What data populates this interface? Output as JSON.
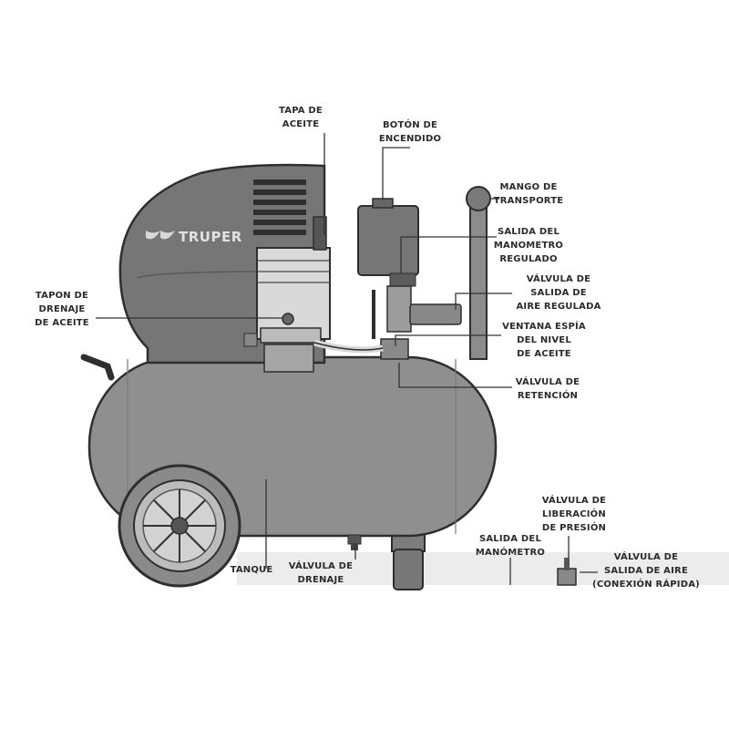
{
  "brand": "TRUPER",
  "colors": {
    "body": "#8a8a8a",
    "body_dark": "#6e6e6e",
    "shroud": "#777777",
    "outline": "#2e2e2e",
    "leader": "#333333",
    "text": "#2b2b2b",
    "floor": "#e9e9e9"
  },
  "labels": {
    "tapa_aceite": [
      "TAPA DE",
      "ACEITE"
    ],
    "boton_encendido": [
      "BOTÓN DE",
      "ENCENDIDO"
    ],
    "mango_transporte": [
      "MANGO DE",
      "TRANSPORTE"
    ],
    "salida_manometro_regulado": [
      "SALIDA DEL",
      "MANOMETRO",
      "REGULADO"
    ],
    "valvula_aire_regulada": [
      "VÁLVULA DE",
      "SALIDA DE",
      "AIRE REGULADA"
    ],
    "tapon_drenaje": [
      "TAPON DE",
      "DRENAJE",
      "DE ACEITE"
    ],
    "ventana_espia": [
      "VENTANA ESPÍA",
      "DEL NIVEL",
      "DE ACEITE"
    ],
    "valvula_retencion": [
      "VÁLVULA DE",
      "RETENCIÓN"
    ],
    "valvula_liberacion": [
      "VÁLVULA DE",
      "LIBERACIÓN",
      "DE PRESIÓN"
    ],
    "salida_manometro": [
      "SALIDA DEL",
      "MANÓMETRO"
    ],
    "valvula_salida_aire": [
      "VÁLVULA DE",
      "SALIDA DE AIRE",
      "(CONEXIÓN RÁPIDA)"
    ],
    "tanque": [
      "TANQUE"
    ],
    "valvula_drenaje": [
      "VÁLVULA DE",
      "DRENAJE"
    ]
  }
}
